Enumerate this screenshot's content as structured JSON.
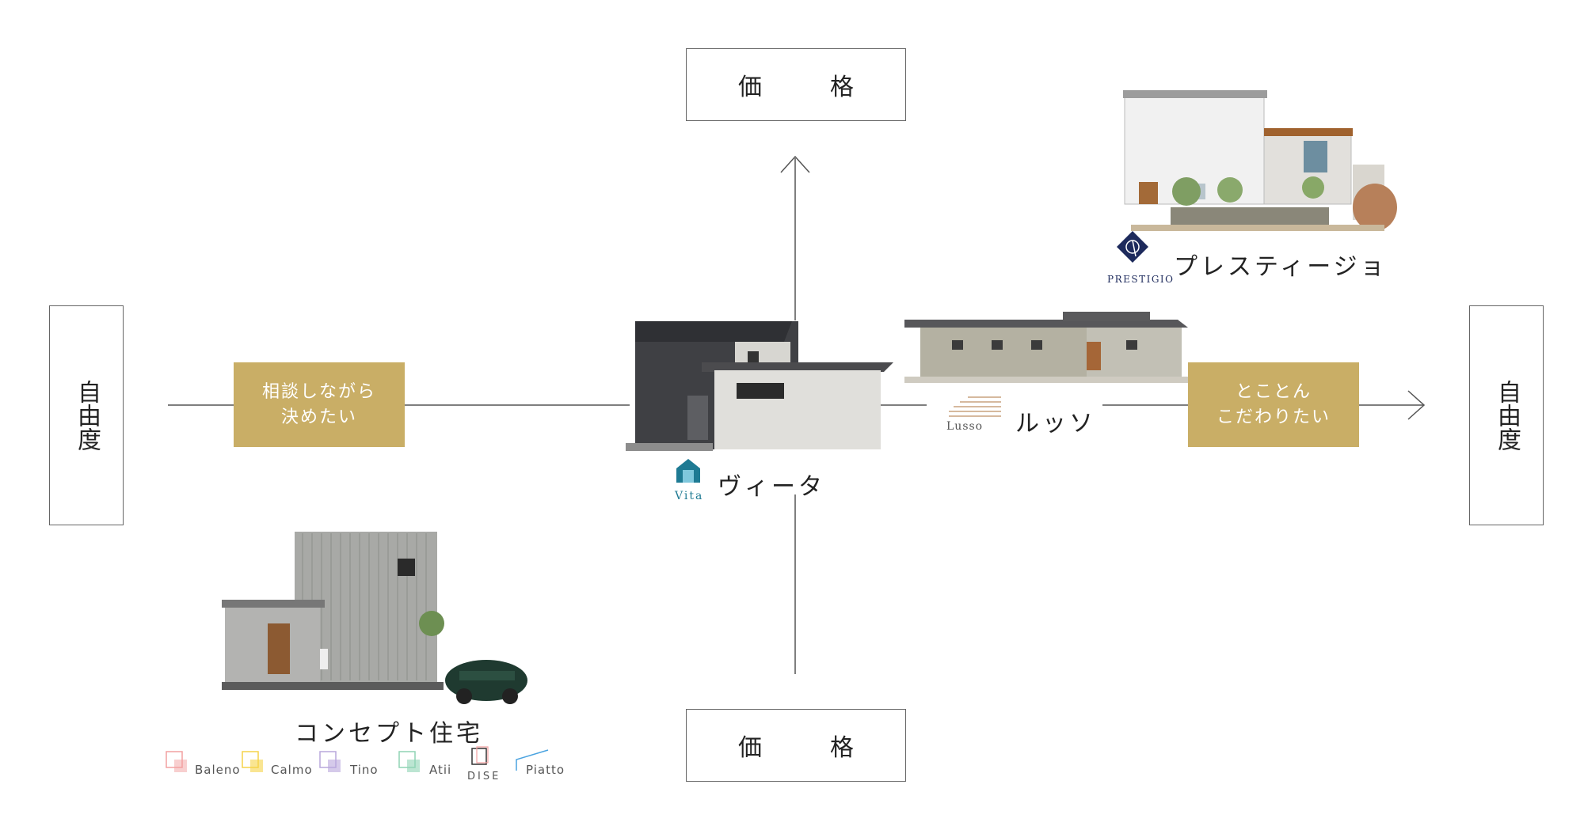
{
  "axis": {
    "top_label": "価　格",
    "bottom_label": "価　格",
    "left_label": "自由度",
    "right_label": "自由度"
  },
  "callouts": {
    "left_line1": "相談しながら",
    "left_line2": "決めたい",
    "right_line1": "とことん",
    "right_line2": "こだわりたい"
  },
  "products": {
    "prestigio": {
      "name": "プレスティージョ",
      "logo_text": "PRESTIGIO"
    },
    "lusso": {
      "name": "ルッソ",
      "logo_text": "Lusso"
    },
    "vita": {
      "name": "ヴィータ",
      "logo_text": "Vita"
    },
    "concept": {
      "name": "コンセプト住宅"
    }
  },
  "concept_series": [
    {
      "name": "Baleno",
      "color": "#f2a0a0"
    },
    {
      "name": "Calmo",
      "color": "#f5d34a"
    },
    {
      "name": "Tino",
      "color": "#b9a7dc"
    },
    {
      "name": "Atii",
      "color": "#8fd3b4"
    },
    {
      "name": "DISE",
      "color": "#333333"
    },
    {
      "name": "Piatto",
      "color": "#4aa3e0"
    }
  ],
  "colors": {
    "gold": "#c9ae66",
    "line": "#555555",
    "navy": "#1d2a5c",
    "teal": "#1e7a93"
  }
}
